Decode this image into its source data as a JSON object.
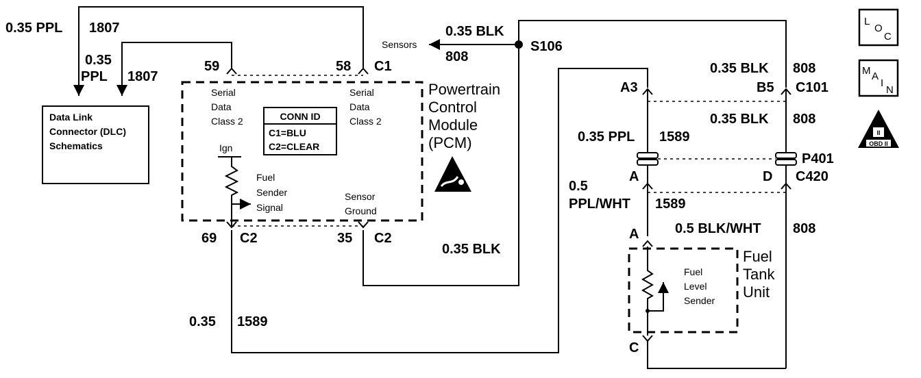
{
  "dlc": {
    "lines": [
      "Data Link",
      "Connector (DLC)",
      "Schematics"
    ],
    "wire_top": {
      "gauge": "0.35 PPL",
      "circuit": "1807"
    },
    "wire_inner": {
      "gauge_line1": "0.35",
      "gauge_line2": "PPL",
      "circuit": "1807"
    }
  },
  "pcm": {
    "title_lines": [
      "Powertrain",
      "Control",
      "Module",
      "(PCM)"
    ],
    "pin_59": "59",
    "pin_58": "58",
    "connector_c1": "C1",
    "serial_left": [
      "Serial",
      "Data",
      "Class 2"
    ],
    "serial_right": [
      "Serial",
      "Data",
      "Class 2"
    ],
    "conn_id": {
      "title": "CONN ID",
      "line1": "C1=BLU",
      "line2": "C2=CLEAR"
    },
    "ign": "Ign",
    "fuel_sender_signal": [
      "Fuel",
      "Sender",
      "Signal"
    ],
    "sensor_ground": [
      "Sensor",
      "Ground"
    ],
    "pin_69": "69",
    "pin_35": "35",
    "connector_c2_left": "C2",
    "connector_c2_right": "C2",
    "esd_label": "ESD"
  },
  "splice": {
    "name": "S106",
    "sensors_label": "Sensors",
    "wire_gauge": "0.35 BLK",
    "wire_circuit": "808",
    "ground_wire": "0.35 BLK"
  },
  "fuel_wire": {
    "gauge": "0.35",
    "circuit": "1589"
  },
  "c101": {
    "pin_a3": "A3",
    "pin_b5": "B5",
    "name": "C101",
    "top_right_gauge": "0.35 BLK",
    "top_right_circuit": "808",
    "mid_right_gauge": "0.35 BLK",
    "mid_right_circuit": "808",
    "left_gauge": "0.35 PPL",
    "left_circuit": "1589"
  },
  "c420": {
    "p401": "P401",
    "pin_a": "A",
    "pin_d": "D",
    "name": "C420",
    "left_gauge_line1": "0.5",
    "left_gauge_line2": "PPL/WHT",
    "left_circuit": "1589",
    "right_gauge": "0.5 BLK/WHT",
    "right_circuit": "808"
  },
  "fuel_tank": {
    "pin_a": "A",
    "pin_c": "C",
    "title_lines": [
      "Fuel",
      "Tank",
      "Unit"
    ],
    "sender_lines": [
      "Fuel",
      "Level",
      "Sender"
    ]
  },
  "legend": {
    "loc": {
      "L": "L",
      "O": "O",
      "C": "C"
    },
    "main": {
      "M": "M",
      "A": "A",
      "I": "I",
      "N": "N"
    },
    "obd": {
      "numeral": "II",
      "text": "OBD II"
    }
  }
}
